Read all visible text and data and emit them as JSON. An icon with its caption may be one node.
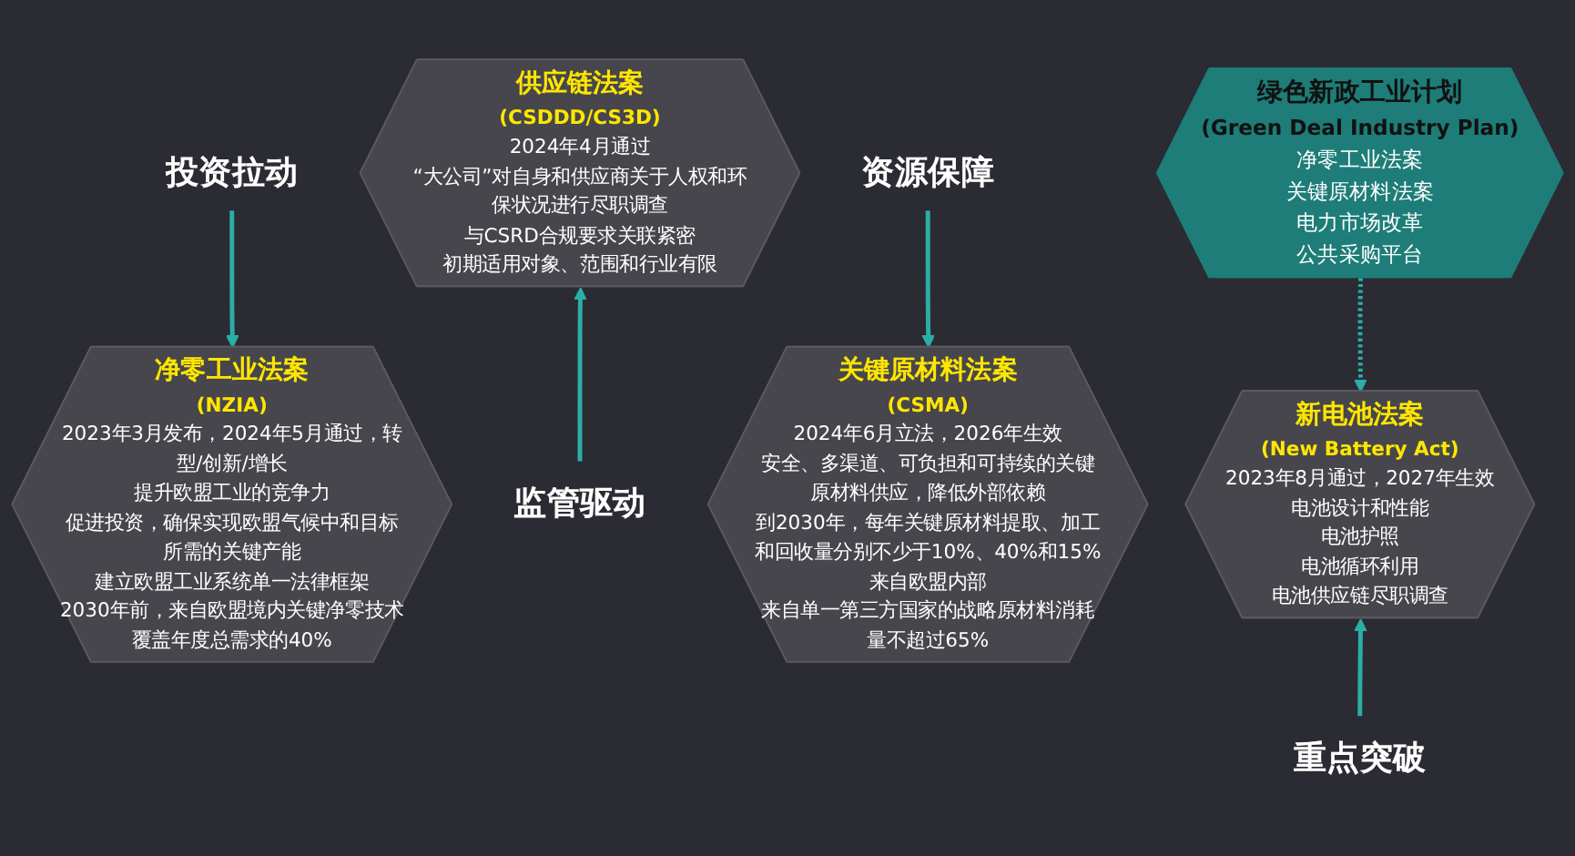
{
  "diagram": {
    "nodes": [
      {
        "text": [
          "投资拉动"
        ]
      },
      {
        "text": [
          "净零工业法案",
          "(NZIA)",
          "2023年3月发布，2024年5月通过，转型/创新/增长",
          "提升欧盟工业的竞争力",
          "促进投资，确保实现欧盟气候中和目标所需的关键产能",
          "建立欧盟工业系统单一法律框架",
          "2030年前，来自欧盟境内关键净零技术覆盖年度总需求的40%"
        ]
      },
      {
        "text": [
          "供应链法案",
          "(CSDDD/CS3D)",
          "2024年4月通过",
          "“大公司”对自身和供应商关于人权和环保状况进行尽职调查",
          "与CSRD合规要求关联紧密",
          "初期适用对象、范围和行业有限"
        ]
      },
      {
        "text": [
          "监管驱动"
        ]
      },
      {
        "text": [
          "绿色新政工业计划",
          "(Green Deal Industry Plan)",
          "净零工业法案",
          "关键原材料法案",
          "电力市场改革",
          "公共采购平台"
        ]
      },
      {
        "text": [
          "资源保障"
        ]
      },
      {
        "text": [
          "关键原材料法案",
          "(CSMA)",
          "2024年6月立法，2026年生效",
          "安全、多渠道、可负担和可持续的关键原材料供应，降低外部依赖",
          "到2030年，每年关键原材料提取、加工和回收量分别不少于10%、40%和15%来自欧盟内部",
          "来自单一第三方国家的战略原材料消耗量不超过65%"
        ]
      },
      {
        "text": [
          "新电池法案",
          "(New Battery Act)",
          "2023年8月通过，2027年生效",
          "电池设计和性能",
          "电池护照",
          "电池循环利用",
          "电池供应链尽职调查"
        ]
      },
      {
        "text": [
          "重点突破"
        ]
      }
    ],
    "edges": [
      {
        "from": 0,
        "to": 1,
        "arrow": "to"
      },
      {
        "from": 3,
        "to": 2,
        "arrow": "to"
      },
      {
        "from": 5,
        "to": 6,
        "arrow": "to"
      },
      {
        "from": 8,
        "to": 7,
        "arrow": "to"
      },
      {
        "from": 4,
        "to": 7,
        "arrow": "to",
        "style": "dashed"
      }
    ]
  }
}
